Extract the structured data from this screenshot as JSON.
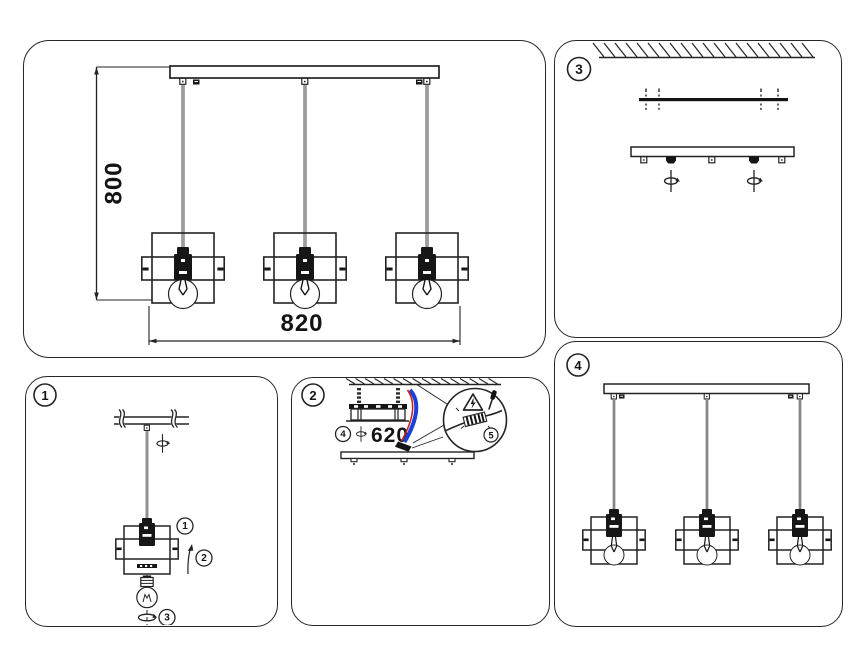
{
  "dimensions": {
    "height": "800",
    "width": "820",
    "screw_spacing": "620"
  },
  "panel_labels": {
    "p1": "1",
    "p2": "2",
    "p3": "3",
    "p4": "4"
  },
  "step_markers": {
    "s1": "1",
    "s2": "2",
    "s3": "3",
    "s4": "4",
    "s5": "5"
  },
  "colors": {
    "line": "#232323",
    "wire_blue": "#1c3fd6",
    "wire_red": "#cc2222"
  }
}
